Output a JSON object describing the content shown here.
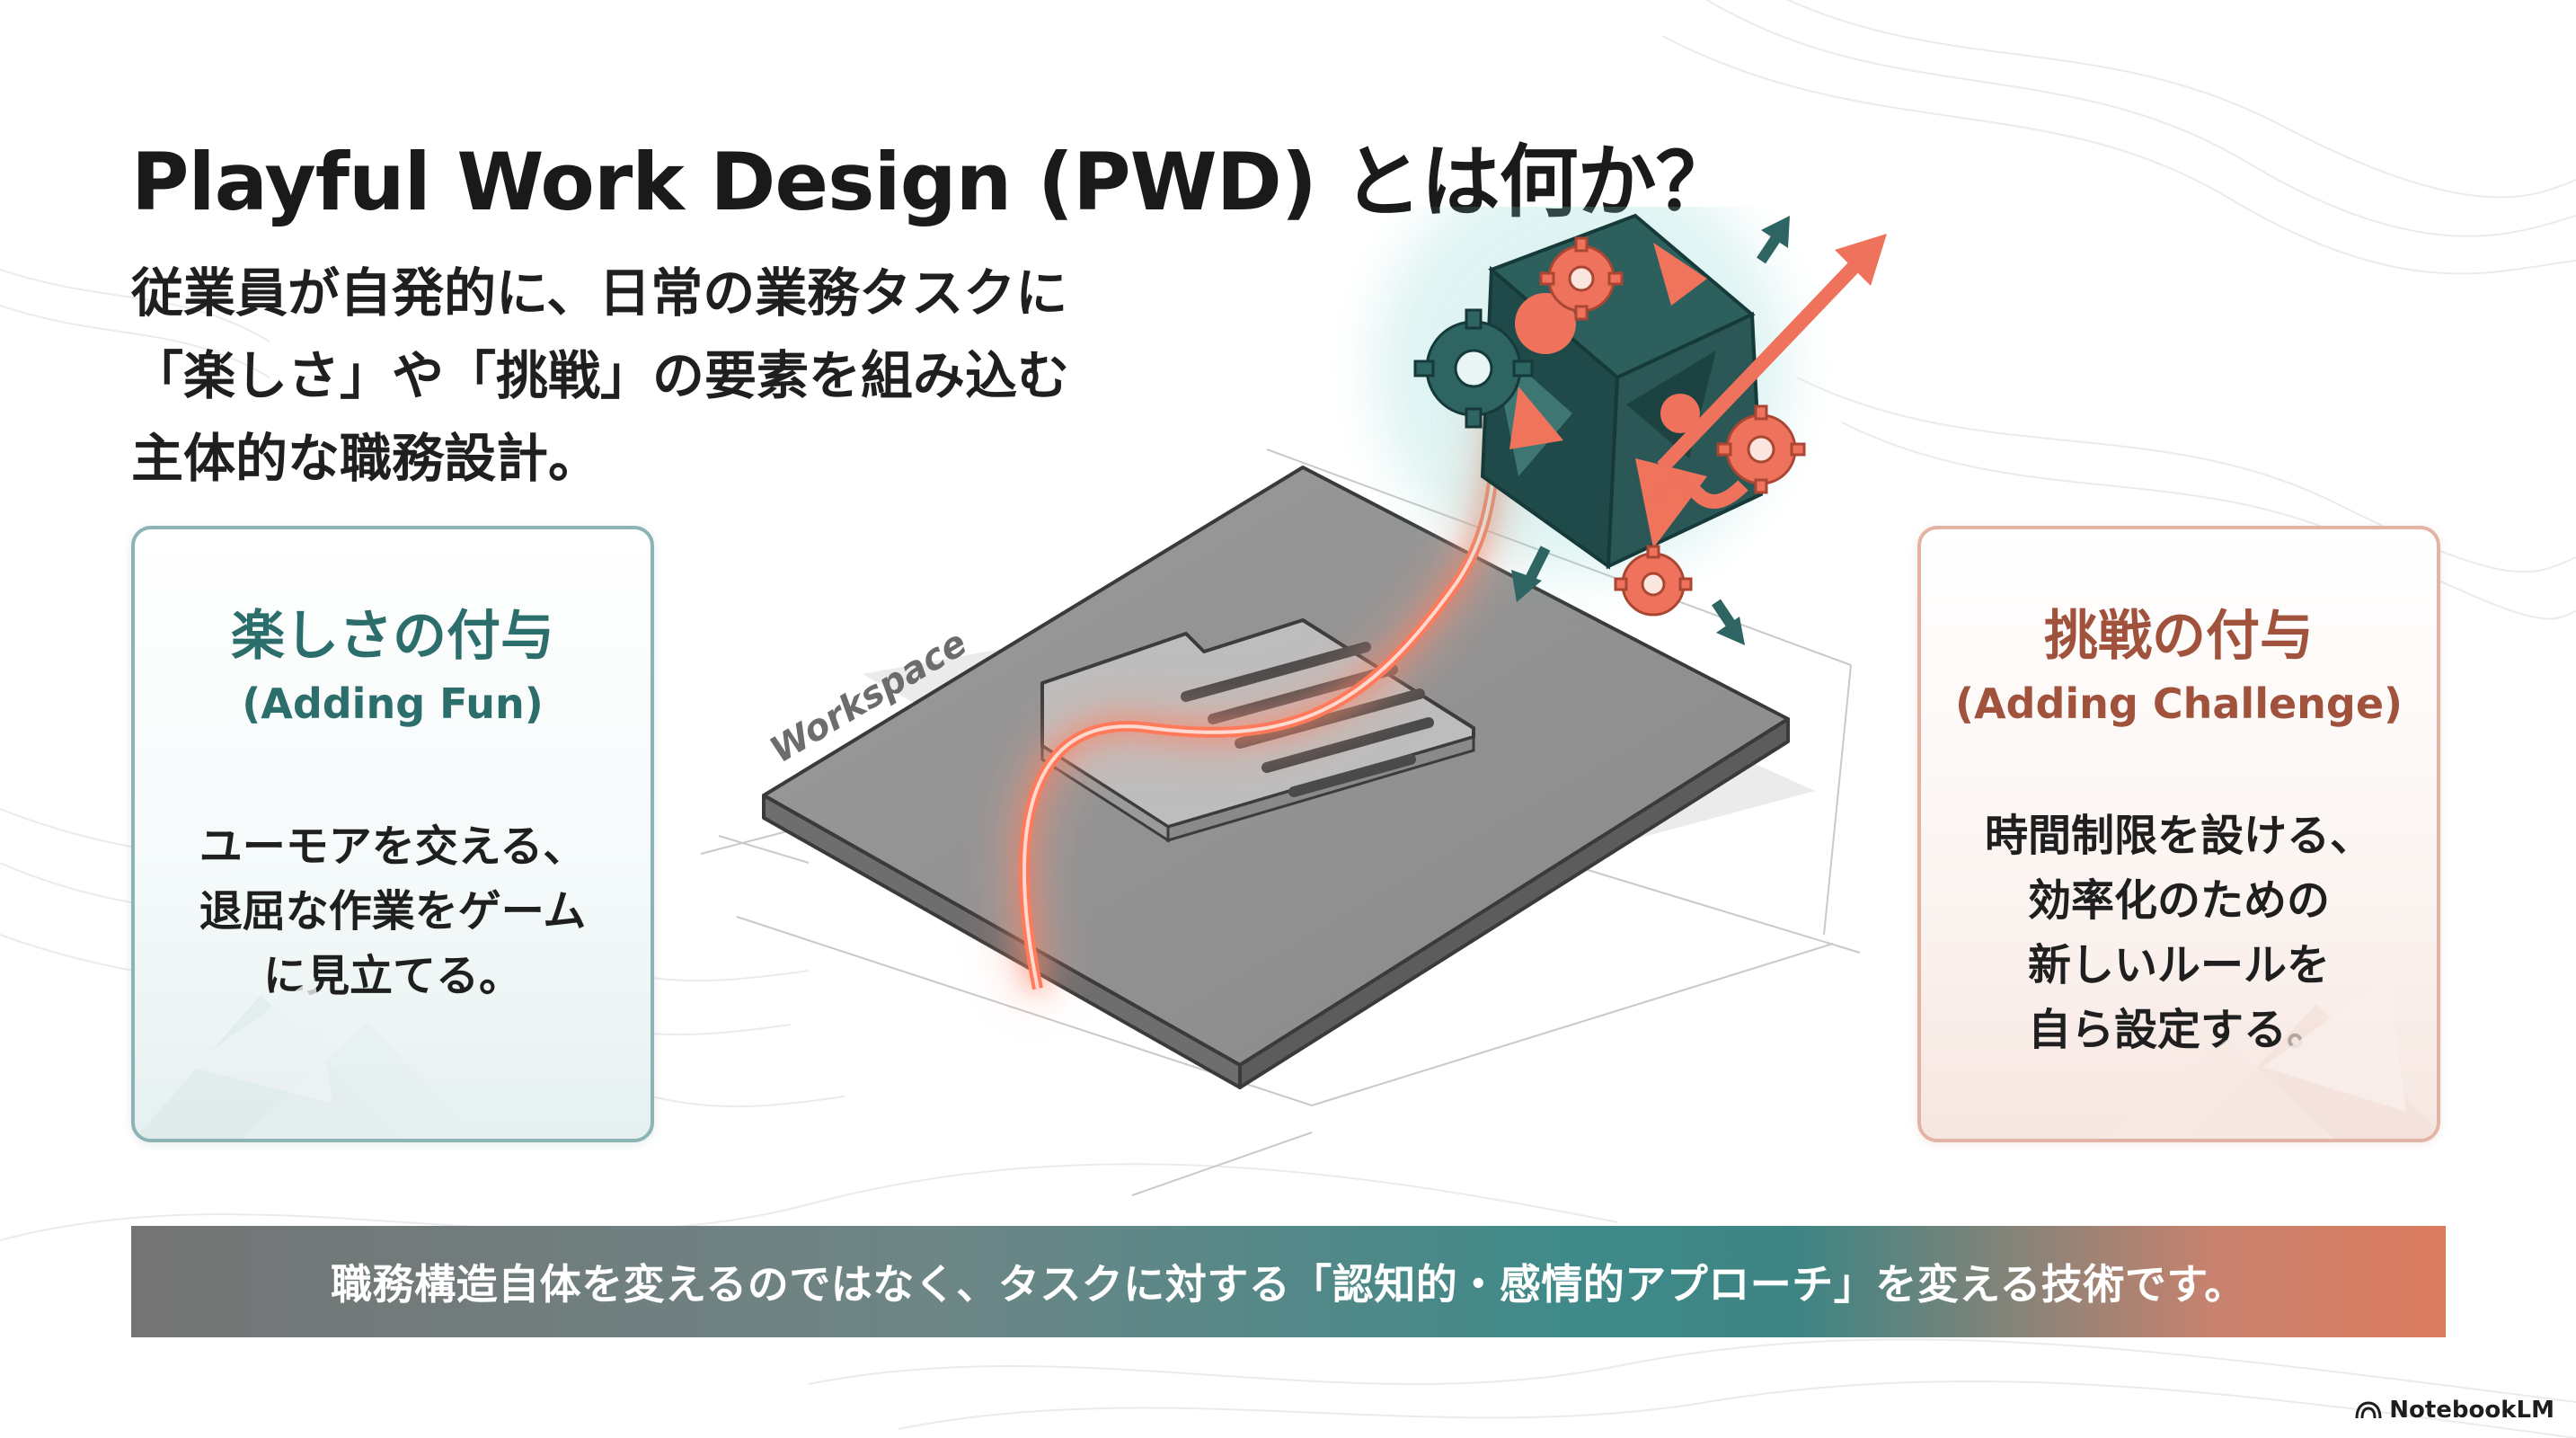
{
  "slide": {
    "title": "Playful Work Design (PWD) とは何か？",
    "subtitle_lines": [
      "従業員が自発的に、日常の業務タスクに",
      "「楽しさ」や「挑戦」の要素を組み込む",
      "主体的な職務設計。"
    ]
  },
  "fun_card": {
    "title": "楽しさの付与",
    "subtitle": "(Adding Fun)",
    "body_lines": [
      "ユーモアを交える、",
      "退屈な作業をゲーム",
      "に見立てる。"
    ],
    "accent_color": "#2c6e6c"
  },
  "challenge_card": {
    "title": "挑戦の付与",
    "subtitle": "(Adding Challenge)",
    "body_lines": [
      "時間制限を設ける、",
      "効率化のための",
      "新しいルールを",
      "自ら設定する。"
    ],
    "accent_color": "#a0523c"
  },
  "illustration": {
    "workspace_label": "Workspace",
    "icons": [
      "document-icon",
      "gear-icon",
      "arrow-icon",
      "puzzle-cube-icon"
    ]
  },
  "banner": {
    "text": "職務構造自体を変えるのではなく、タスクに対する「認知的・感情的アプローチ」を変える技術です。"
  },
  "brand": {
    "name": "NotebookLM"
  }
}
